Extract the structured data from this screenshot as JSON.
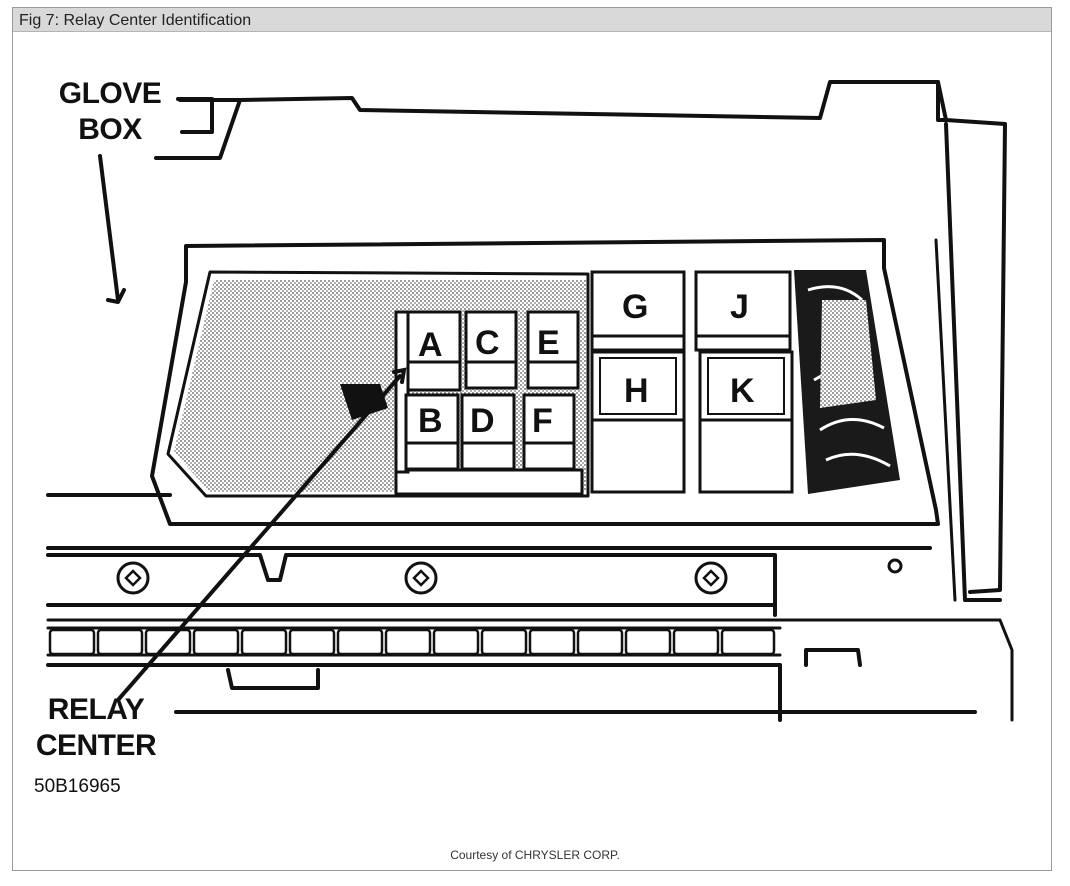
{
  "figure": {
    "title": "Fig 7: Relay Center Identification",
    "code": "50B16965",
    "credit": "Courtesy of CHRYSLER CORP."
  },
  "callouts": {
    "glove_box_line1": "GLOVE",
    "glove_box_line2": "BOX",
    "relay_center_line1": "RELAY",
    "relay_center_line2": "CENTER"
  },
  "relays": {
    "A": "A",
    "B": "B",
    "C": "C",
    "D": "D",
    "E": "E",
    "F": "F",
    "G": "G",
    "H": "H",
    "J": "J",
    "K": "K"
  },
  "colors": {
    "ink": "#111111",
    "stipple": "#bdbdbd",
    "header": "#d9d9d9"
  }
}
